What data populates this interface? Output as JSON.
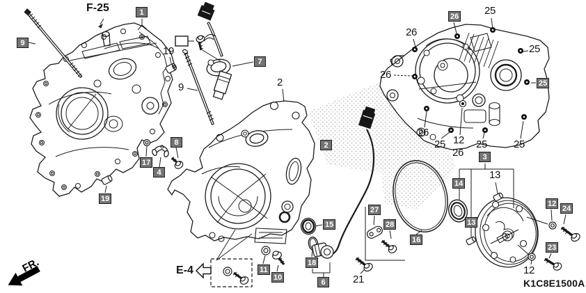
{
  "diagram_code": "K1C8E1500A",
  "frame_ref": "F-25",
  "engine_ref": "E-4",
  "front_marker": "FR.",
  "boxed_callouts": [
    {
      "text": "9"
    },
    {
      "text": "1"
    },
    {
      "text": "7"
    },
    {
      "text": "8"
    },
    {
      "text": "17"
    },
    {
      "text": "4"
    },
    {
      "text": "19"
    },
    {
      "text": "2"
    },
    {
      "text": "26"
    },
    {
      "text": "25"
    },
    {
      "text": "3"
    },
    {
      "text": "14"
    },
    {
      "text": "13"
    },
    {
      "text": "16"
    },
    {
      "text": "15"
    },
    {
      "text": "18"
    },
    {
      "text": "6"
    },
    {
      "text": "27"
    },
    {
      "text": "28"
    },
    {
      "text": "11"
    },
    {
      "text": "10"
    },
    {
      "text": "12"
    },
    {
      "text": "24"
    },
    {
      "text": "23"
    }
  ],
  "plain_callouts": [
    {
      "text": "19"
    },
    {
      "text": "9"
    },
    {
      "text": "2"
    },
    {
      "text": "25"
    },
    {
      "text": "26"
    },
    {
      "text": "25"
    },
    {
      "text": "26"
    },
    {
      "text": "26"
    },
    {
      "text": "25"
    },
    {
      "text": "12"
    },
    {
      "text": "26"
    },
    {
      "text": "25"
    },
    {
      "text": "25"
    },
    {
      "text": "13"
    },
    {
      "text": "12"
    },
    {
      "text": "21"
    }
  ],
  "colors": {
    "callout_box": "#747474",
    "line_art": "#1a1a1a",
    "watermark_dot": "#c9c9c9"
  }
}
